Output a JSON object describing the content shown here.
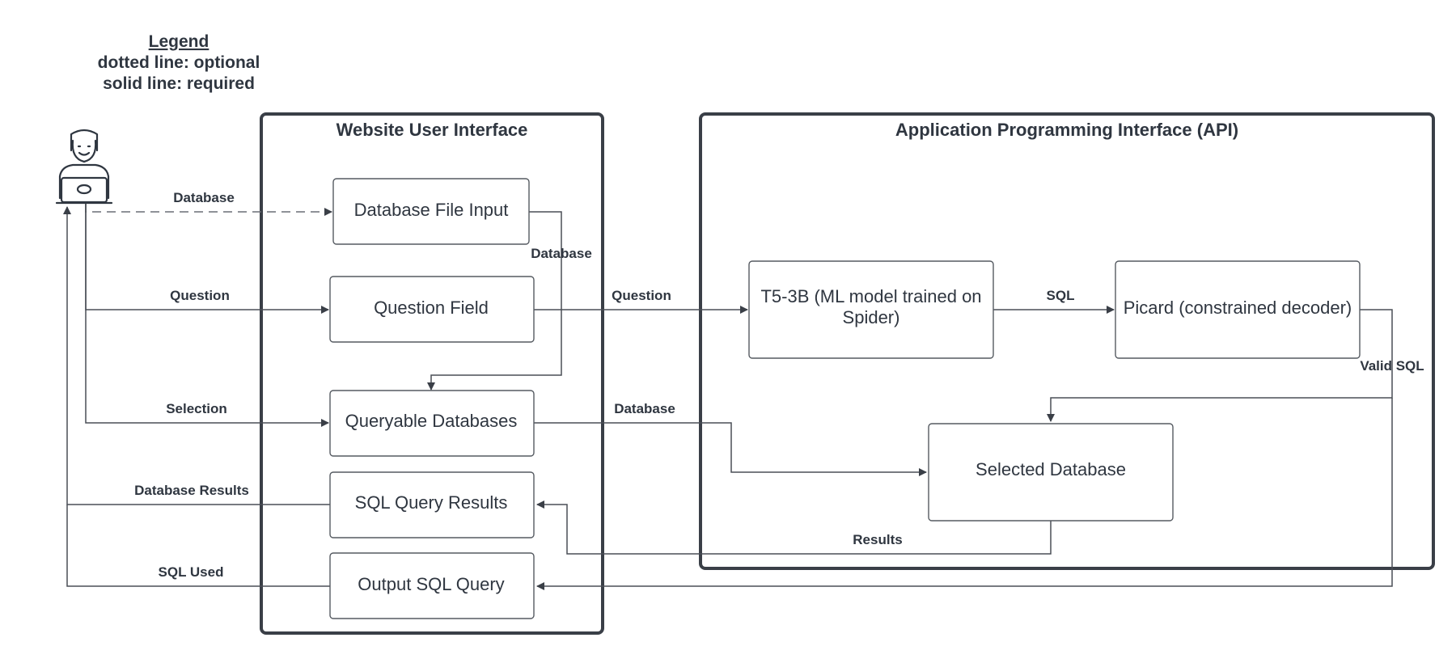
{
  "legend": {
    "title": "Legend",
    "line1": "dotted line: optional",
    "line2": "solid line: required"
  },
  "containers": {
    "ui": {
      "title": "Website User Interface"
    },
    "api": {
      "title": "Application Programming Interface (API)"
    }
  },
  "nodes": {
    "db_file_input": "Database File Input",
    "question_field": "Question Field",
    "queryable_databases": "Queryable Databases",
    "sql_query_results": "SQL Query Results",
    "output_sql_query": "Output SQL Query",
    "t5_line1": "T5-3B (ML model trained on",
    "t5_line2": "Spider)",
    "picard": "Picard (constrained decoder)",
    "selected_database": "Selected Database"
  },
  "edges": {
    "user_database": "Database",
    "user_question": "Question",
    "user_selection": "Selection",
    "database_results": "Database Results",
    "sql_used": "SQL Used",
    "input_to_queryable": "Database",
    "question_to_t5": "Question",
    "t5_to_picard": "SQL",
    "valid_sql": "Valid SQL",
    "queryable_to_selected": "Database",
    "results": "Results"
  },
  "icons": {
    "user": "user-with-laptop-icon"
  },
  "colors": {
    "stroke": "#3a3f47",
    "text": "#2f3640"
  }
}
